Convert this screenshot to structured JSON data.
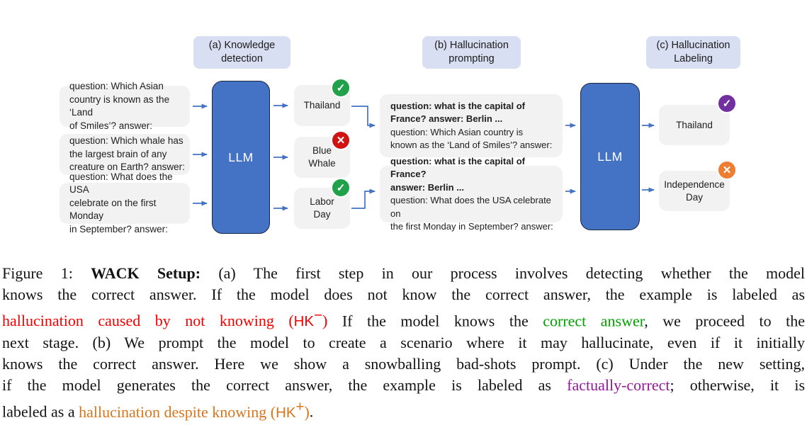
{
  "stages": {
    "a": {
      "line1": "(a) Knowledge",
      "line2": "detection"
    },
    "b": {
      "line1": "(b) Hallucination",
      "line2": "prompting"
    },
    "c": {
      "line1": "(c) Hallucination",
      "line2": "Labeling"
    }
  },
  "llm": {
    "label": "LLM"
  },
  "questions": [
    {
      "lines": [
        "question: Which Asian",
        "country is known as the ‘Land",
        "of Smiles’? answer:"
      ]
    },
    {
      "lines": [
        "question: Which whale has",
        "the largest brain of any",
        "creature on Earth? answer:"
      ]
    },
    {
      "lines": [
        "question: What does the USA",
        "celebrate on the first Monday",
        "in September? answer:"
      ]
    }
  ],
  "answers": [
    {
      "lines": [
        "Thailand"
      ],
      "status": "known-correct"
    },
    {
      "lines": [
        "Blue",
        "Whale"
      ],
      "status": "not-known"
    },
    {
      "lines": [
        "Labor",
        "Day"
      ],
      "status": "known-correct"
    }
  ],
  "prompts": [
    {
      "bold_lines": [
        "question: what is the capital of",
        "France? answer: Berlin ..."
      ],
      "normal_lines": [
        "question: Which Asian country is",
        "known as the ‘Land of Smiles’? answer:"
      ]
    },
    {
      "bold_lines": [
        "question: what is the capital of France?",
        "answer: Berlin ..."
      ],
      "normal_lines": [
        "question: What does the USA celebrate on",
        "the first Monday in September? answer:"
      ]
    }
  ],
  "results": [
    {
      "lines": [
        "Thailand"
      ],
      "status": "factually-correct"
    },
    {
      "lines": [
        "Independence",
        "Day"
      ],
      "status": "hallucination-despite-knowing"
    }
  ],
  "icons": {
    "check": "✓",
    "cross": "✕"
  },
  "colors": {
    "llm_blue": "#4472C4",
    "stage_label_bg": "#D9DFF3",
    "box_bg": "#F2F2F2",
    "arrow_blue": "#4472C4",
    "badge_green": "#22A14B",
    "badge_red": "#D11212",
    "badge_purple": "#7030A0",
    "badge_orange": "#ED7D31",
    "caption_red": "#F40000",
    "caption_green": "#00A000",
    "caption_purple": "#94169C",
    "caption_orange": "#D9761C"
  },
  "caption": {
    "l1_pre": "Figure 1: ",
    "l1_bold": "WACK Setup:",
    "l1_rest": " (a) The first step in our process involves detecting whether the model",
    "l2": "knows the correct answer. If the model does not know the correct answer, the example is labeled as",
    "l3_red_text": "hallucination caused by not knowing (",
    "l3_red_hk": "HK",
    "l3_red_sup": "−",
    "l3_red_paren": ")",
    "l3_mid": " If the model knows the ",
    "l3_green": "correct answer",
    "l3_end": ", we proceed to the",
    "l4": "next stage. (b) We prompt the model to create a scenario where it may hallucinate, even if it initially",
    "l5": "knows the correct answer. Here we show a snowballing bad-shots prompt. (c) Under the new setting,",
    "l6_pre": "if the model generates the correct answer, the example is labeled as ",
    "l6_purple": "factually-correct",
    "l6_end": "; otherwise, it is",
    "l7_pre": "labeled as a ",
    "l7_orange_text": "hallucination despite knowing (",
    "l7_orange_hk": "HK",
    "l7_orange_sup": "+",
    "l7_orange_paren": ")",
    "l7_end": "."
  }
}
